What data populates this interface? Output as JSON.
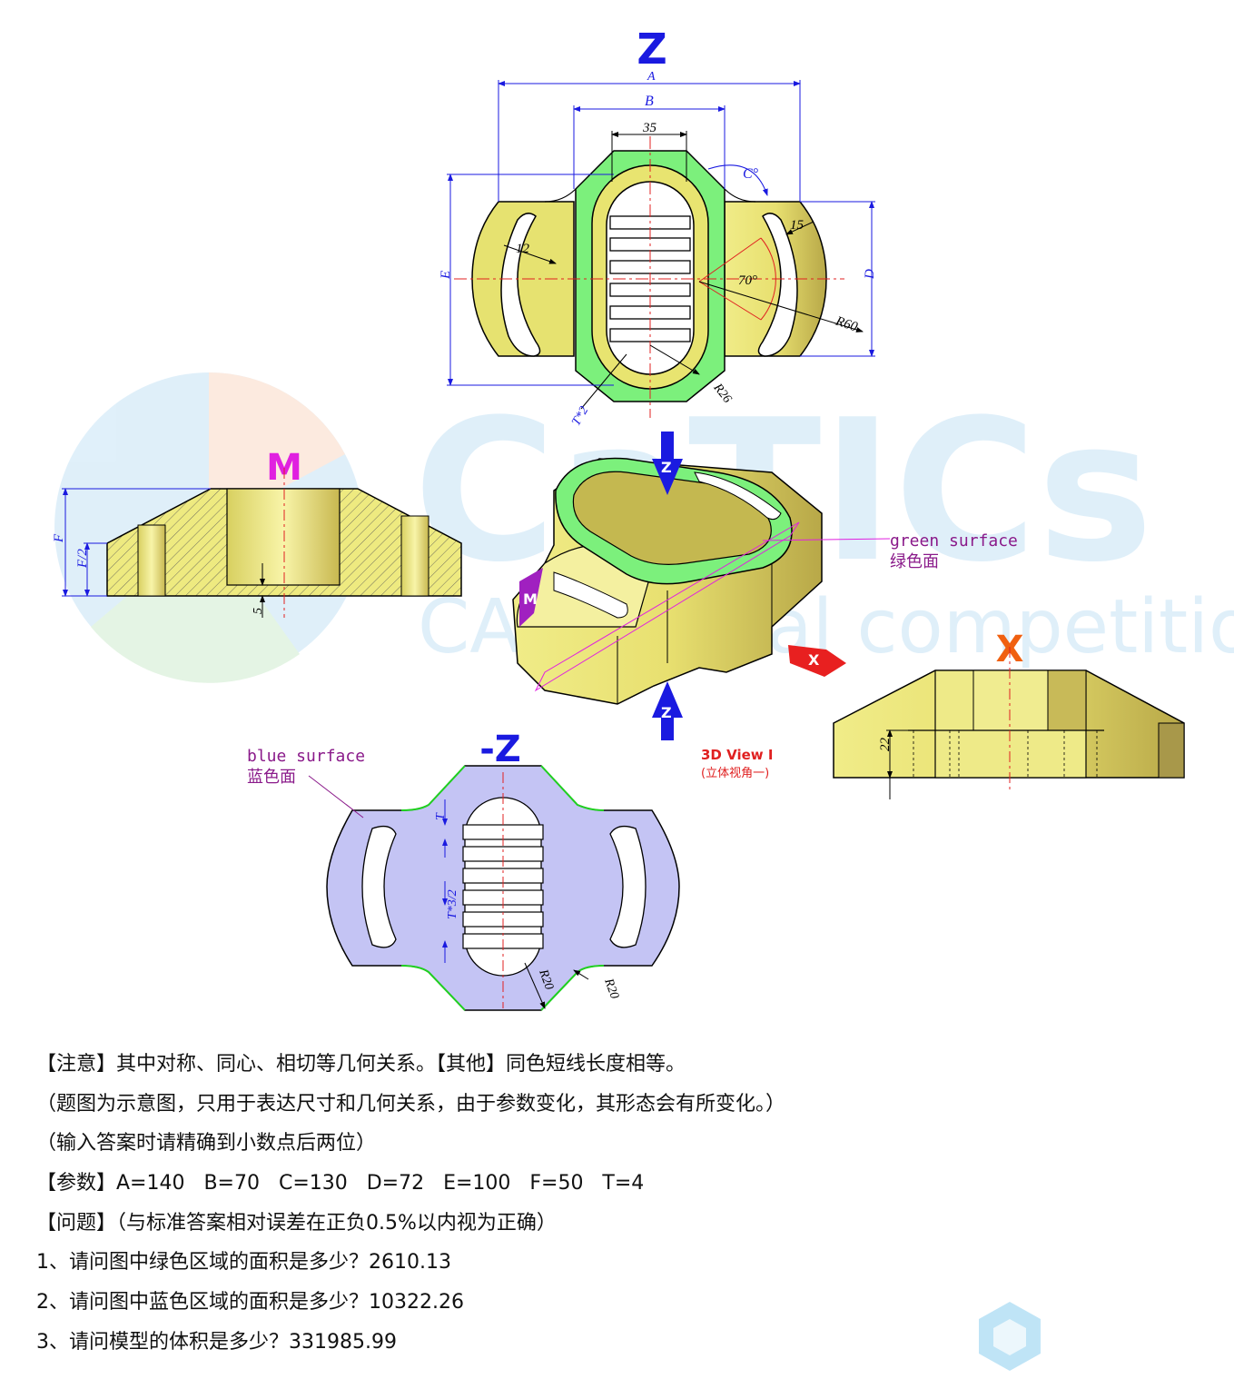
{
  "watermark": {
    "brand": "CaTICs",
    "tagline": "CAD digital competition"
  },
  "views": {
    "top": {
      "title": "Z",
      "dims": {
        "A": "A",
        "B": "B",
        "w35": "35",
        "C": "C°",
        "E": "E",
        "D": "D",
        "r12": "12",
        "r15": "15",
        "ang70": "70°",
        "R60": "R60",
        "R26": "R26",
        "T2": "T*2"
      }
    },
    "side_m": {
      "title": "M",
      "dims": {
        "F": "F",
        "F2": "F/2",
        "five": "5"
      }
    },
    "iso": {
      "arrow_z": "Z",
      "arrow_m": "M",
      "arrow_x": "X",
      "arrow_nz": "Z",
      "green_label_en": "green surface",
      "green_label_cn": "绿色面",
      "caption": "3D View I",
      "caption_cn": "(立体视角一)"
    },
    "side_x": {
      "title": "X",
      "dims": {
        "d22": "22"
      }
    },
    "bottom": {
      "title": "-Z",
      "blue_label_en": "blue surface",
      "blue_label_cn": "蓝色面",
      "dims": {
        "T": "T",
        "T32": "T*3/2",
        "R20a": "R20",
        "R20b": "R20"
      }
    }
  },
  "colors": {
    "green": "#7CF07C",
    "yellow": "#E8E47A",
    "blue": "#C4C4F4",
    "dim": "#1A1AE0",
    "axis": "#E02020",
    "magenta": "#E020E0",
    "orange": "#F06010"
  },
  "notes": [
    "【注意】其中对称、同心、相切等几何关系。【其他】同色短线长度相等。",
    "（题图为示意图，只用于表达尺寸和几何关系，由于参数变化，其形态会有所变化。）",
    "（输入答案时请精确到小数点后两位）",
    "【参数】A=140   B=70   C=130   D=72   E=100   F=50   T=4",
    "【问题】（与标准答案相对误差在正负0.5%以内视为正确）",
    "1、请问图中绿色区域的面积是多少？2610.13",
    "2、请问图中蓝色区域的面积是多少？10322.26",
    "3、请问模型的体积是多少？331985.99"
  ]
}
